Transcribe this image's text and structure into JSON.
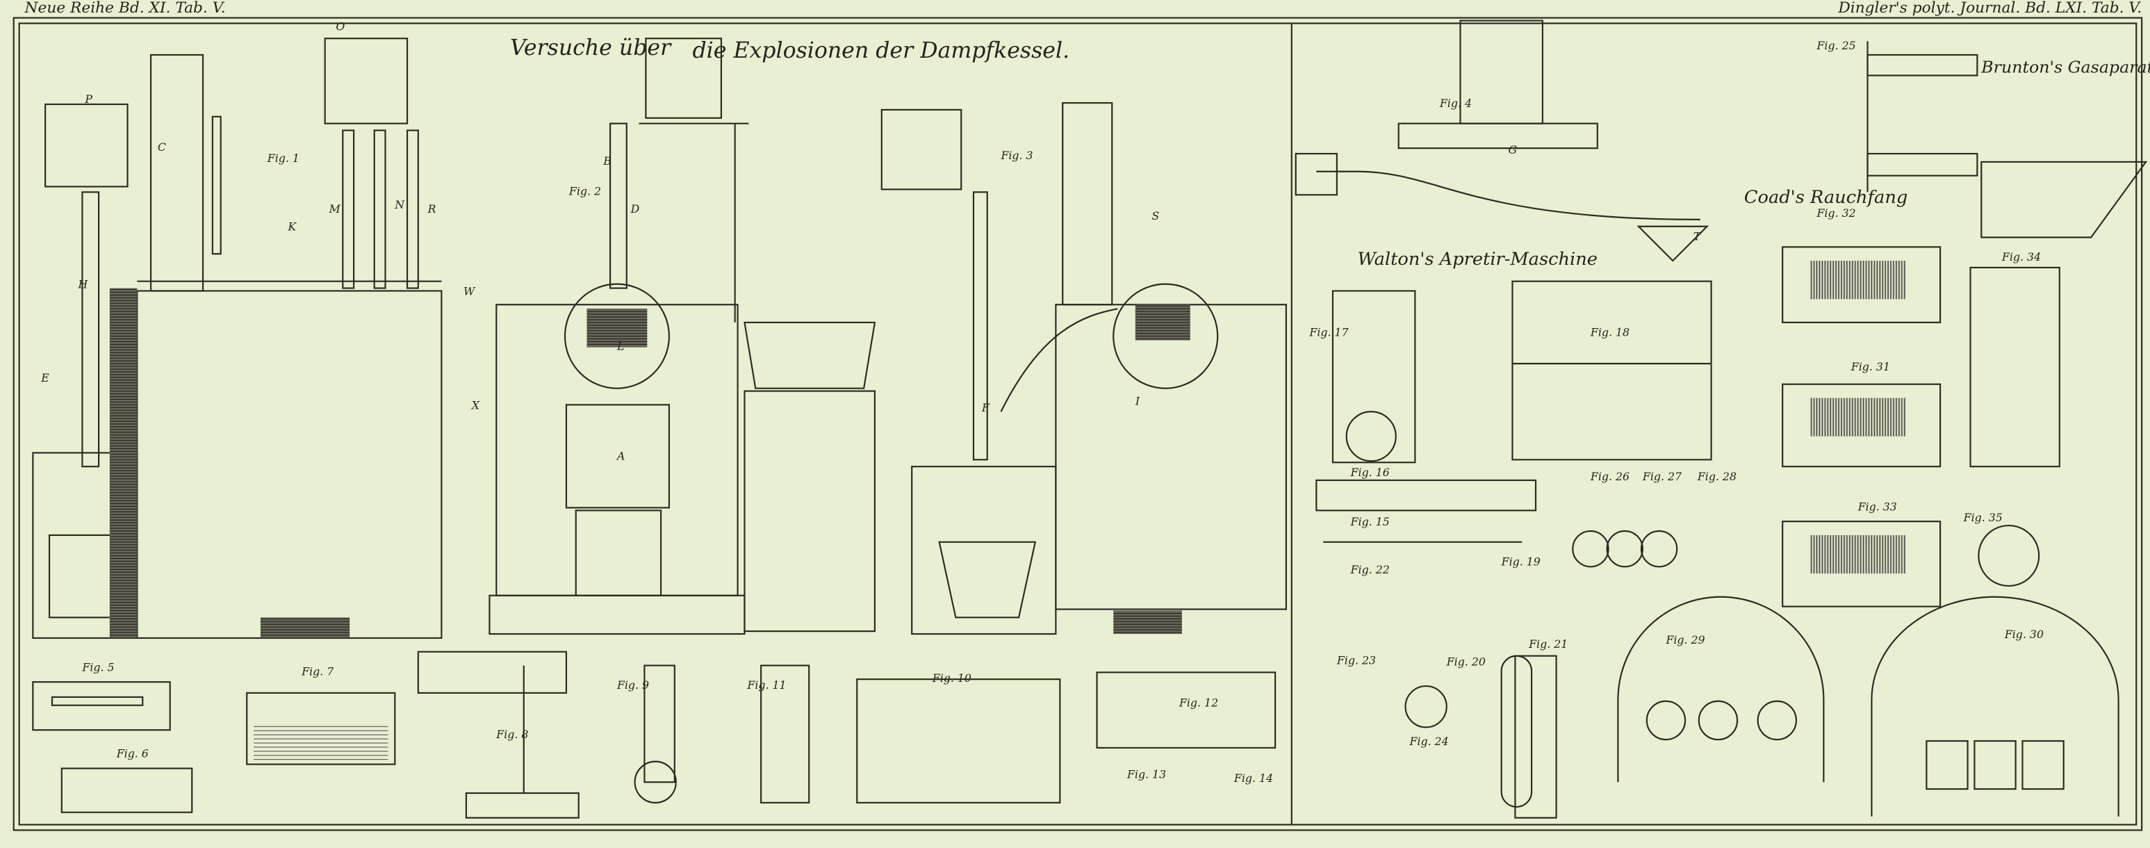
{
  "header": {
    "left": "Neue Reihe Bd. XI. Tab. V.",
    "right": "Dingler's polyt. Journal. Bd. LXI. Tab. V."
  },
  "titles": {
    "main_left": "Versuche über",
    "main_right": "die Explosionen der Dampfkessel.",
    "walton": "Walton's Apretir-Maschine",
    "brunton": "Brunton's Gasaparat",
    "coad": "Coad's Rauchfang"
  },
  "figures": [
    "Fig. 1",
    "Fig. 2",
    "Fig. 3",
    "Fig. 4",
    "Fig. 5",
    "Fig. 6",
    "Fig. 7",
    "Fig. 8",
    "Fig. 9",
    "Fig. 10",
    "Fig. 11",
    "Fig. 12",
    "Fig. 13",
    "Fig. 14",
    "Fig. 15",
    "Fig. 16",
    "Fig. 17",
    "Fig. 18",
    "Fig. 19",
    "Fig. 20",
    "Fig. 21",
    "Fig. 22",
    "Fig. 23",
    "Fig. 24",
    "Fig. 25",
    "Fig. 26",
    "Fig. 27",
    "Fig. 28",
    "Fig. 29",
    "Fig. 30",
    "Fig. 31",
    "Fig. 32",
    "Fig. 33",
    "Fig. 34",
    "Fig. 35"
  ],
  "letters": [
    "P",
    "C",
    "O",
    "K",
    "M",
    "N",
    "R",
    "H",
    "E",
    "W",
    "X",
    "A",
    "B",
    "D",
    "L",
    "F",
    "S",
    "I",
    "G",
    "T"
  ],
  "colors": {
    "paper": "#e9efd2",
    "ink": "#2b2a22"
  }
}
